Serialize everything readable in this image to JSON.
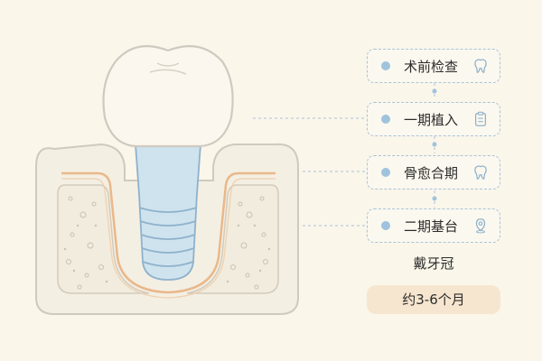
{
  "steps": [
    {
      "label": "术前检查",
      "icon": "tooth-icon"
    },
    {
      "label": "一期植入",
      "icon": "clipboard-icon"
    },
    {
      "label": "骨愈合期",
      "icon": "tooth-icon"
    },
    {
      "label": "二期基台",
      "icon": "location-pin-icon"
    }
  ],
  "crown_label": "戴牙冠",
  "duration": "约3-6个月",
  "colors": {
    "background": "#faf6ea",
    "accent_blue": "#9fc3dd",
    "dashed_border": "#a9c3d8",
    "implant_fill": "#cfe3ef",
    "gum_line": "#e9b88a",
    "bone_fill": "#f1ecdd",
    "duration_pill": "#f7e6cf"
  }
}
